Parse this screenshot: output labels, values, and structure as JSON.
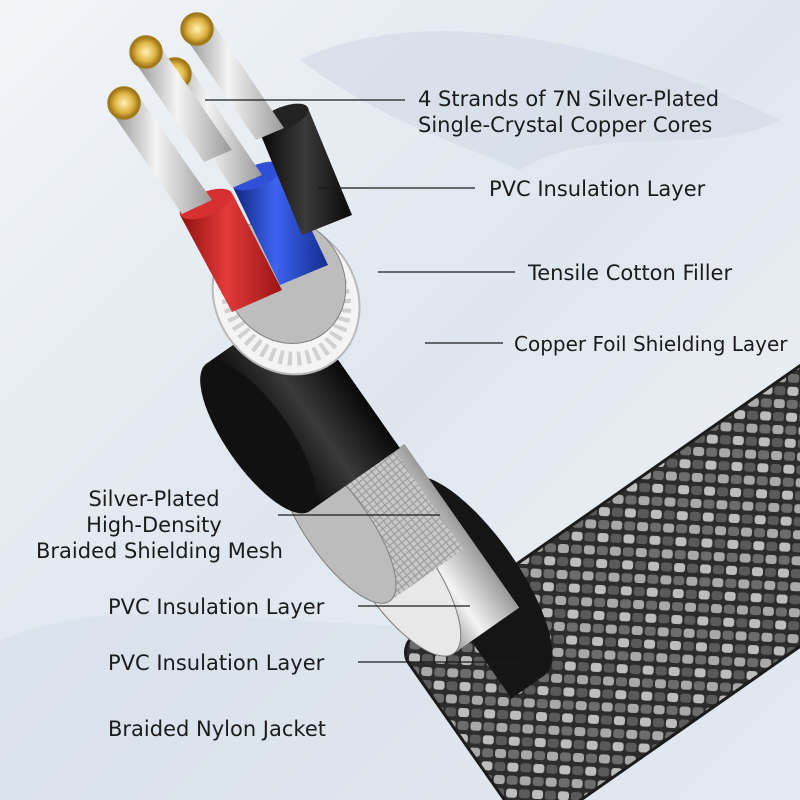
{
  "labels": {
    "cores": [
      "4 Strands of 7N Silver-Plated",
      "Single-Crystal Copper Cores"
    ],
    "pvc_inner": "PVC Insulation Layer",
    "cotton": "Tensile Cotton Filler",
    "copper_foil": "Copper Foil Shielding Layer",
    "braid_mesh": [
      "Silver-Plated",
      "High-Density",
      "Braided Shielding Mesh"
    ],
    "pvc_middle": "PVC Insulation Layer",
    "pvc_outer": "PVC Insulation Layer",
    "jacket": "Braided Nylon Jacket"
  },
  "colors": {
    "background": "#e9eef4",
    "core_red": "#c81e1e",
    "core_blue": "#1e3fc0",
    "core_black": "#151515",
    "core_silver": "#cfcfcf",
    "strand_gold": "#d9a935",
    "foil_black": "#0d0d0d",
    "braid_silver": "#c4c4c4",
    "jacket_dark": "#303030",
    "leader_line": "#1b1b1b"
  }
}
